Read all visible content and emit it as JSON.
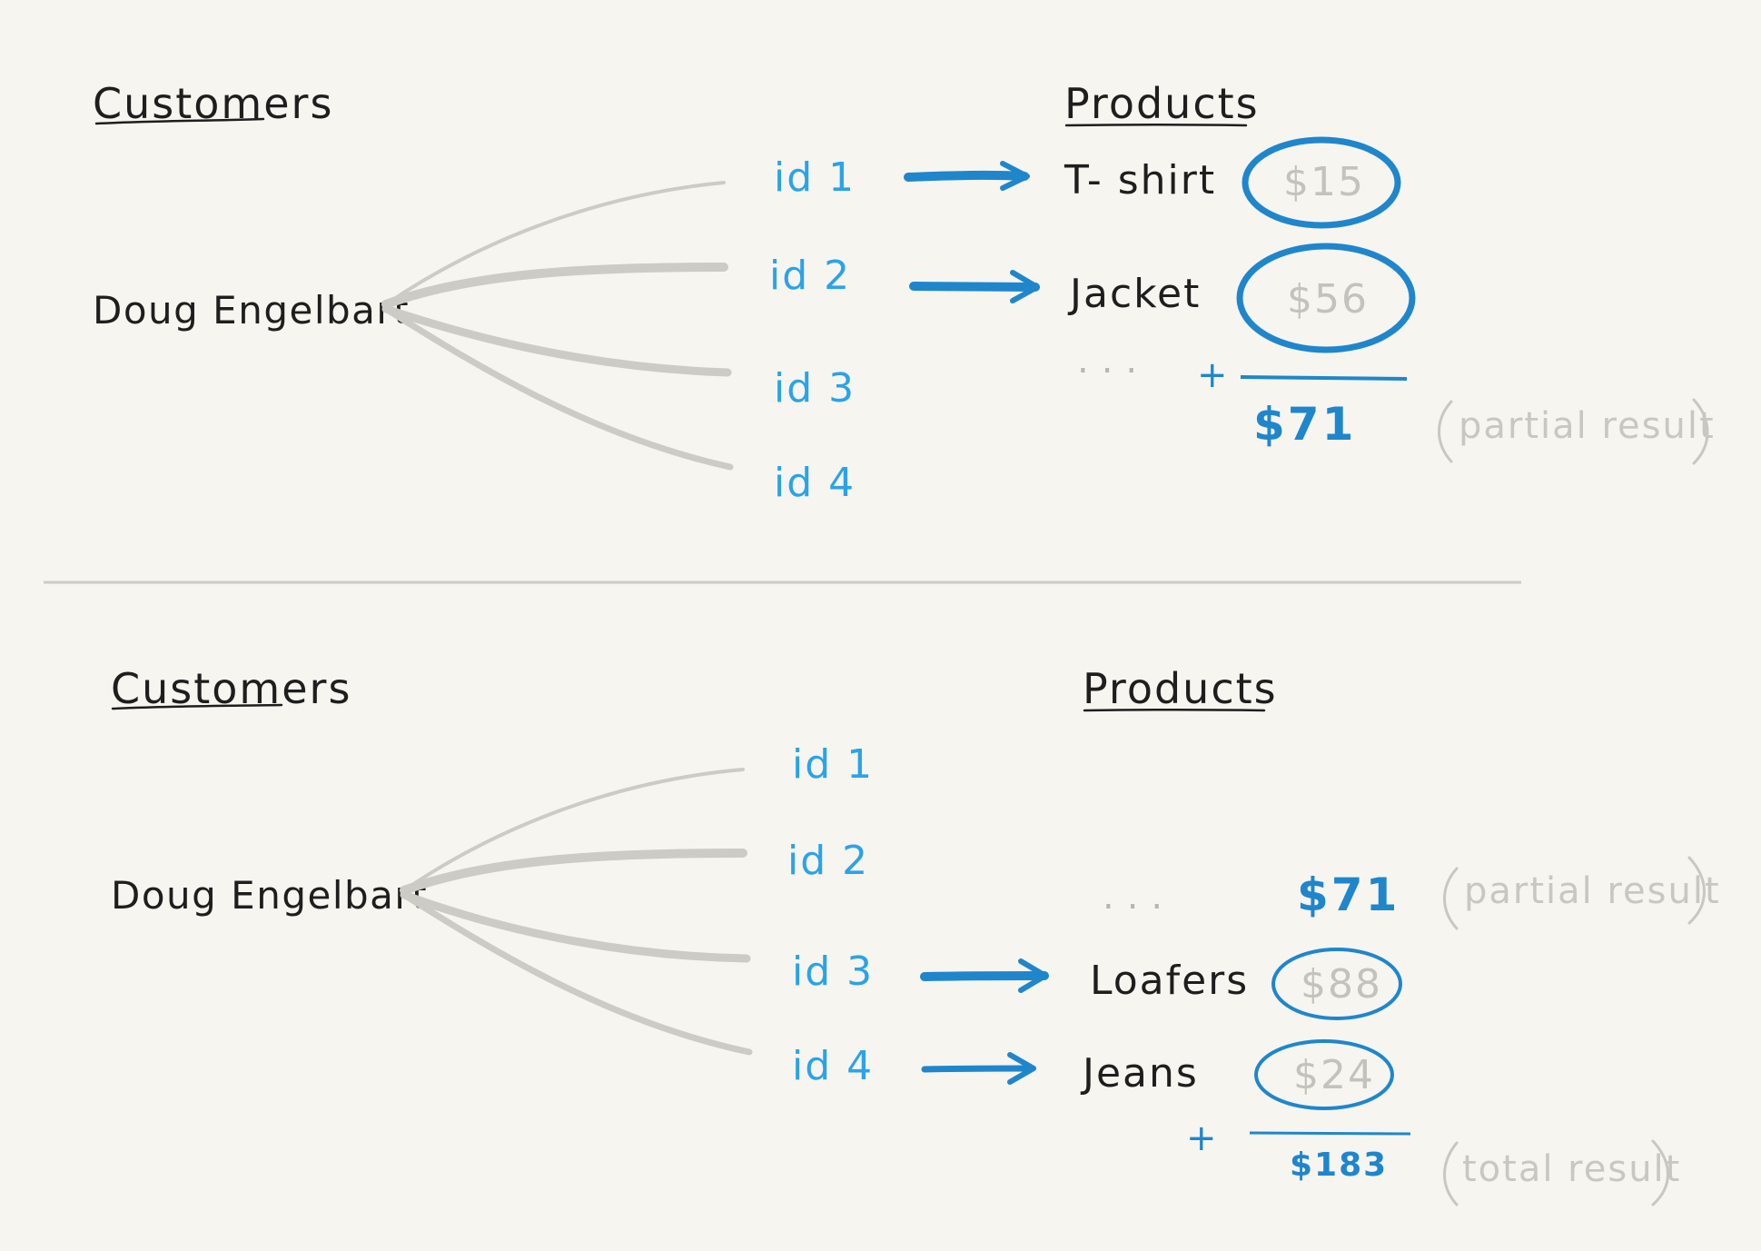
{
  "diagram_top": {
    "customers_heading": "Customers",
    "products_heading": "Products",
    "customer_name": "Doug Engelbart",
    "ids": [
      "id 1",
      "id 2",
      "id 3",
      "id 4"
    ],
    "products": [
      "T- shirt",
      "Jacket"
    ],
    "prices": [
      "$15",
      "$56"
    ],
    "ellipsis": "...",
    "plus": "+",
    "sum": "$71",
    "note": "partial result"
  },
  "diagram_bottom": {
    "customers_heading": "Customers",
    "products_heading": "Products",
    "customer_name": "Doug Engelbart",
    "ids": [
      "id 1",
      "id 2",
      "id 3",
      "id 4"
    ],
    "ellipsis": "...",
    "carried_sum": "$71",
    "carried_note": "partial result",
    "products": [
      "Loafers",
      "Jeans"
    ],
    "prices": [
      "$88",
      "$24"
    ],
    "plus": "+",
    "sum": "$183",
    "note": "total result"
  },
  "colors": {
    "background": "#f6f5f0",
    "id_blue": "#2aa3e8",
    "arrow_blue": "#1f86cc",
    "branch_gray": "#cdcbc5",
    "price_gray": "#c4c2bc",
    "ink": "#1e1e1e"
  }
}
